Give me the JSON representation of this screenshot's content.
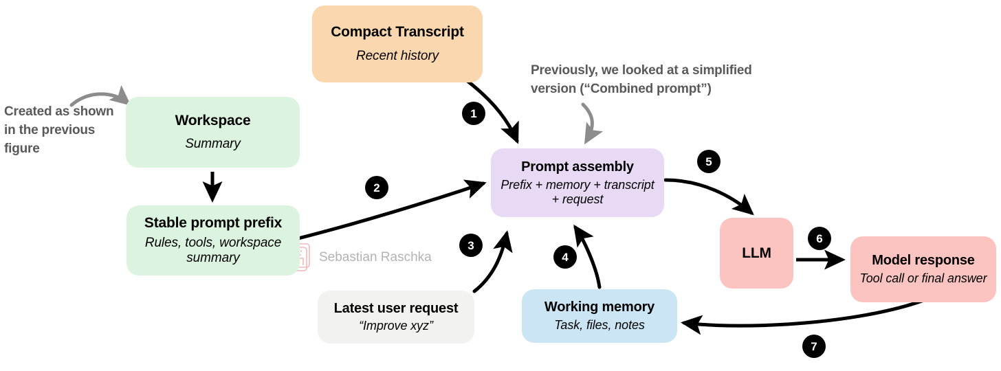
{
  "diagram": {
    "title": "Agent prompt assembly flow",
    "background": "#ffffff",
    "nodes": [
      {
        "id": "compact-transcript",
        "title": "Compact Transcript",
        "subtitle": "Recent history",
        "color": "#fad7ae"
      },
      {
        "id": "workspace",
        "title": "Workspace",
        "subtitle": "Summary",
        "color": "#dbf3df"
      },
      {
        "id": "stable-prefix",
        "title": "Stable prompt prefix",
        "subtitle": "Rules, tools, workspace summary",
        "color": "#dbf3df"
      },
      {
        "id": "prompt-assembly",
        "title": "Prompt assembly",
        "subtitle": "Prefix + memory + transcript + request",
        "color": "#e8daf5"
      },
      {
        "id": "llm",
        "title": "LLM",
        "subtitle": "",
        "color": "#fcc4c1"
      },
      {
        "id": "model-response",
        "title": "Model response",
        "subtitle": "Tool call or final answer",
        "color": "#fcc4c1"
      },
      {
        "id": "latest-request",
        "title": "Latest user request",
        "subtitle": "“Improve xyz”",
        "color": "#f2f2f0"
      },
      {
        "id": "working-memory",
        "title": "Working memory",
        "subtitle": "Task, files, notes",
        "color": "#cbe5f5"
      }
    ],
    "annotations": [
      {
        "id": "created-as-shown",
        "text": "Created as shown in the previous figure",
        "color": "#595959"
      },
      {
        "id": "previously-simplified",
        "text": "Previously, we looked at a simplified version (“Combined prompt”)",
        "color": "#595959"
      }
    ],
    "steps": [
      {
        "id": "step-1",
        "label": "1"
      },
      {
        "id": "step-2",
        "label": "2"
      },
      {
        "id": "step-3",
        "label": "3"
      },
      {
        "id": "step-4",
        "label": "4"
      },
      {
        "id": "step-5",
        "label": "5"
      },
      {
        "id": "step-6",
        "label": "6"
      },
      {
        "id": "step-7",
        "label": "7"
      }
    ],
    "watermark": {
      "text": "Sebastian Raschka",
      "color": "#b3b3b3",
      "logo_color": "#f6c8c6"
    },
    "arrow_color": "#000000",
    "annotation_arrow_color": "#8c8c8c"
  }
}
